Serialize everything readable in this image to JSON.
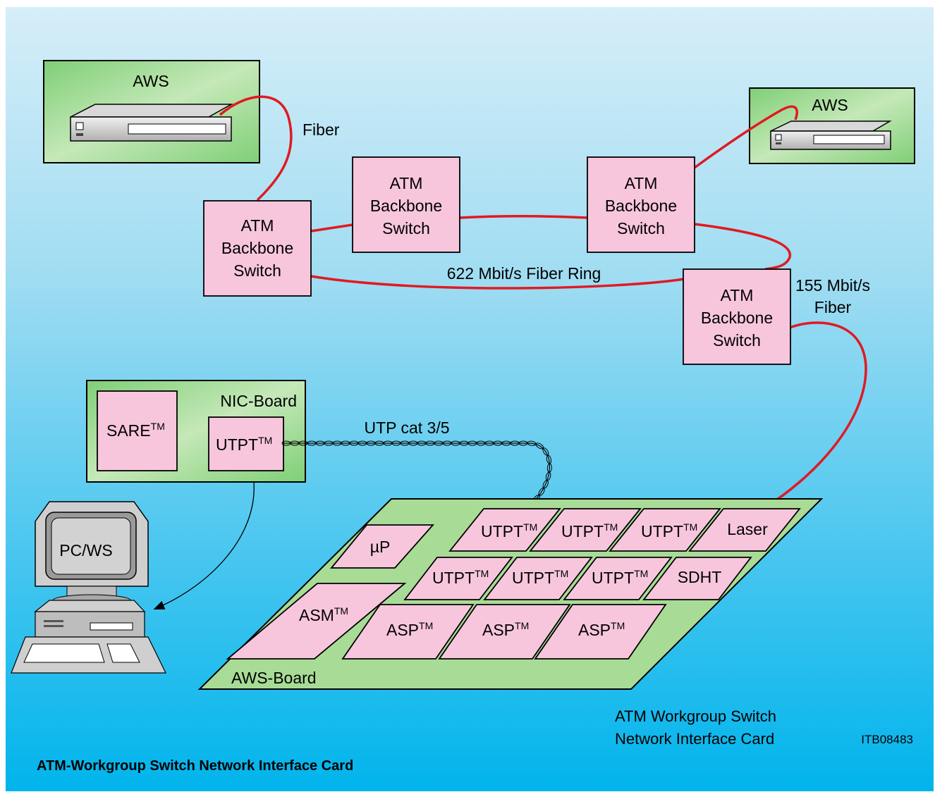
{
  "diagram": {
    "aws_top_left": "AWS",
    "aws_top_right": "AWS",
    "fiber_label": "Fiber",
    "switch_line1": "ATM",
    "switch_line2": "Backbone",
    "switch_line3": "Switch",
    "ring_label": "622 Mbit/s Fiber Ring",
    "fiber155_line1": "155 Mbit/s",
    "fiber155_line2": "Fiber",
    "nic_board": "NIC-Board",
    "sare": "SARE",
    "utpt": "UTPT",
    "tm": "TM",
    "utp_label": "UTP cat 3/5",
    "pc": "PC/WS",
    "up": "µP",
    "asm": "ASM",
    "asp": "ASP",
    "laser": "Laser",
    "sdht": "SDHT",
    "aws_board": "AWS-Board",
    "card_caption_line1": "ATM Workgroup Switch",
    "card_caption_line2": "Network Interface Card",
    "figure_id": "ITB08483"
  },
  "title": "ATM-Workgroup Switch Network Interface Card"
}
